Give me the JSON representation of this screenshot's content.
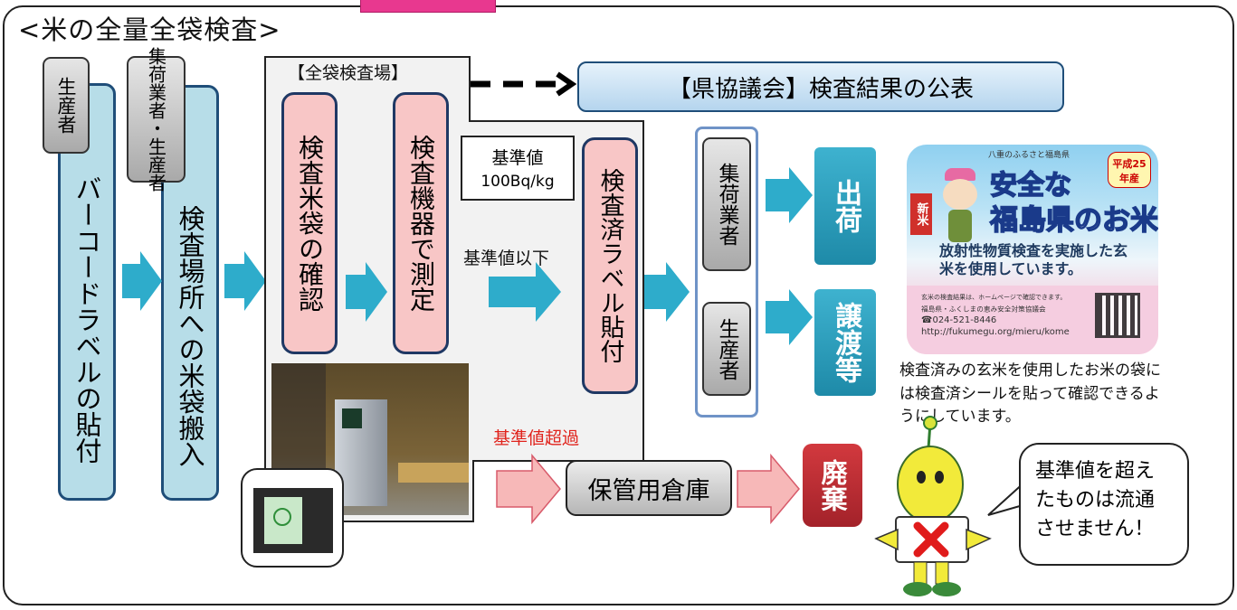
{
  "title": "<米の全量全袋検査>",
  "labels": {
    "producer_tag": "生産者",
    "collector_tag": "集荷業者・生産者",
    "barcode": "バーコードラベルの貼付",
    "transport": "検査場所への米袋搬入",
    "facility": "【全袋検査場】",
    "confirm_bags": "検査米袋の確認",
    "measure": "検査機器で測定",
    "standard_label": "基準値",
    "standard_value": "100Bq/kg",
    "below_standard": "基準値以下",
    "inspected_label": "検査済ラベル貼付",
    "council": "【県協議会】検査結果の公表",
    "dest_collector": "集荷業者",
    "dest_producer": "生産者",
    "ship": "出荷",
    "transfer": "譲渡等",
    "exceeds": "基準値超過",
    "storage": "保管用倉庫",
    "dispose": "廃棄",
    "sticker_note": "検査済みの玄米を使用したお米の袋には検査済シールを貼って確認できるようにしています。",
    "speech": "基準値を超えたものは流通させません！"
  },
  "sticker": {
    "header": "八重のふるさと福島県",
    "year": "平成25年産",
    "headline1": "安全な",
    "headline2": "福島県のお米",
    "new_rice": "新米",
    "body": "放射性物質検査を実施した玄米を使用しています。",
    "footer1": "玄米の検査結果は、ホームページで確認できます。",
    "footer2": "福島県・ふくしまの恵み安全対策協議会",
    "phone": "☎024-521-8446",
    "url": "http://fukumegu.org/mieru/kome"
  },
  "colors": {
    "teal_arrow": "#2eaccb",
    "pink_arrow": "#f7b8b8",
    "dispose_red": "#b3262c",
    "frame_pink_tab": "#e8388f"
  }
}
